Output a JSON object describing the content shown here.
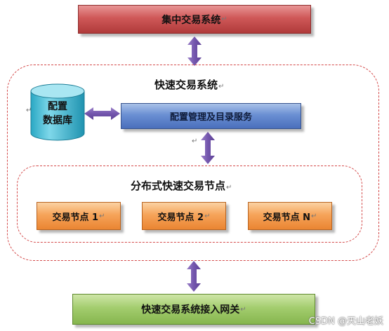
{
  "diagram": {
    "central_system": "集中交易系统",
    "fast_system_title": "快速交易系统",
    "config_db": {
      "line1": "配置",
      "line2": "数据库"
    },
    "config_service": "配置管理及目录服务",
    "distributed_title": "分布式快速交易节点",
    "nodes": [
      {
        "label": "交易节点 1"
      },
      {
        "label": "交易节点 2"
      },
      {
        "label": "交易节点 N"
      }
    ],
    "gateway": "快速交易系统接入网关",
    "return_mark": "↵"
  },
  "watermark": "CSDN @天山老妖",
  "colors": {
    "red": "#cf5858",
    "blue": "#6a8fd3",
    "orange": "#f6a45a",
    "green": "#a3cd6e",
    "cylinder": "#4fc3da",
    "arrow": "#7d5db3",
    "dashed": "#d44a4a"
  }
}
